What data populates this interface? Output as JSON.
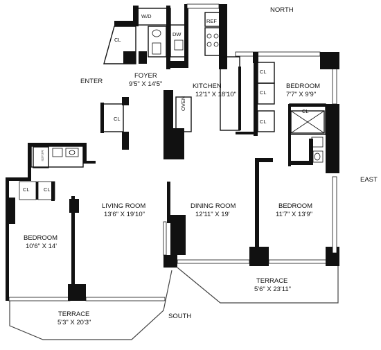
{
  "compass": {
    "north": "NORTH",
    "south": "SOUTH",
    "east": "EAST"
  },
  "entry": {
    "label": "ENTER"
  },
  "rooms": {
    "foyer": {
      "name": "FOYER",
      "dims": "9'5\" X 14'5\""
    },
    "kitchen": {
      "name": "KITCHEN",
      "dims": "12'1\" X 18'10\""
    },
    "bedroom_ne": {
      "name": "BEDROOM",
      "dims": "7'7\" X 9'9\""
    },
    "living_room": {
      "name": "LIVING ROOM",
      "dims": "13'6\" X 19'10\""
    },
    "dining_room": {
      "name": "DINING ROOM",
      "dims": "12'11\" X 19'"
    },
    "bedroom_e": {
      "name": "BEDROOM",
      "dims": "11'7\" X 13'9\""
    },
    "bedroom_w": {
      "name": "BEDROOM",
      "dims": "10'6\" X 14'"
    },
    "terrace_e": {
      "name": "TERRACE",
      "dims": "5'6\" X 23'11\""
    },
    "terrace_w": {
      "name": "TERRACE",
      "dims": "5'3\" X 20'3\""
    }
  },
  "fixtures": {
    "wd": "W/D",
    "dw": "DW",
    "ref": "REF",
    "oven": "OVEN",
    "jacuzzi": "JACUZZI",
    "closet": "CL"
  }
}
